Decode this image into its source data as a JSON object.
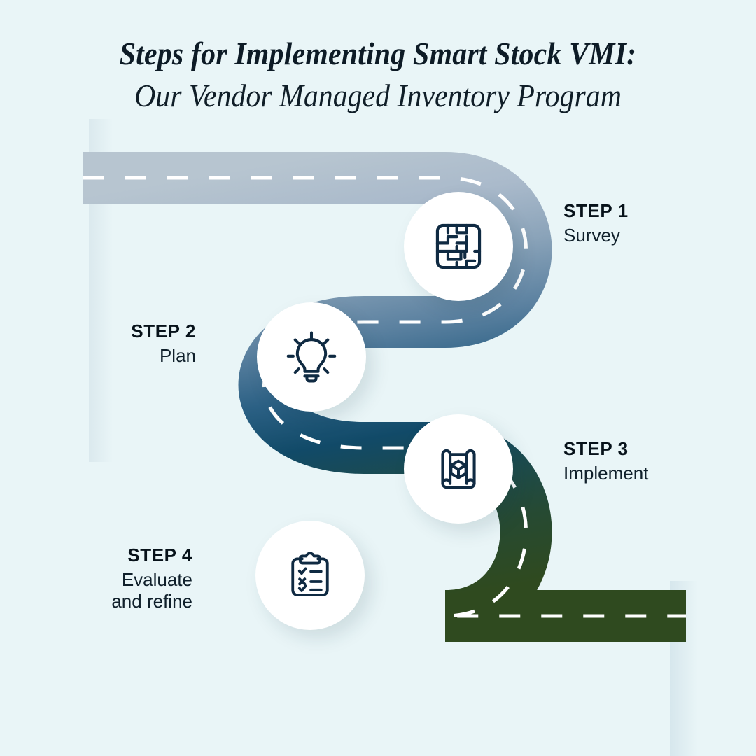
{
  "meta": {
    "background_color": "#e9f5f7",
    "icon_color": "#0f2a42",
    "text_color": "#07121a"
  },
  "title": {
    "line1": "Steps for Implementing Smart Stock VMI:",
    "line2": "Our Vendor Managed Inventory Program"
  },
  "roadmap": {
    "road_gradient": [
      "#b5c3cf",
      "#9fb2c1",
      "#6d8ba5",
      "#2f6485",
      "#134966",
      "#1d4a49",
      "#2b4a26",
      "#2e4a1f"
    ],
    "dash_color": "#ffffff",
    "steps": [
      {
        "num_label": "STEP 1",
        "description": "Survey",
        "icon": "maze-icon",
        "side": "right"
      },
      {
        "num_label": "STEP 2",
        "description": "Plan",
        "icon": "lightbulb-icon",
        "side": "left"
      },
      {
        "num_label": "STEP 3",
        "description": "Implement",
        "icon": "blueprint-cube-icon",
        "side": "right"
      },
      {
        "num_label": "STEP 4",
        "description_line1": "Evaluate",
        "description_line2": "and refine",
        "icon": "clipboard-checklist-icon",
        "side": "left"
      }
    ]
  }
}
